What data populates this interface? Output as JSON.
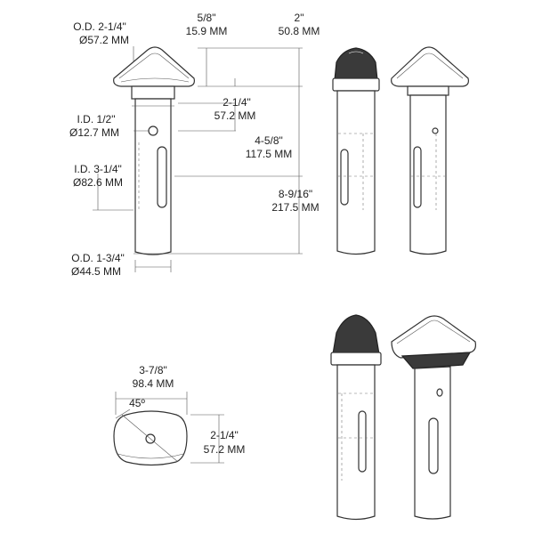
{
  "labels": {
    "od_head_in": "O.D. 2-1/4\"",
    "od_head_mm": "Ø57.2 MM",
    "head_height_in": "5/8\"",
    "head_height_mm": "15.9 MM",
    "top_width_in": "2\"",
    "top_width_mm": "50.8 MM",
    "collar_in": "2-1/4\"",
    "collar_mm": "57.2 MM",
    "id_hole_in": "I.D. 1/2\"",
    "id_hole_mm": "Ø12.7 MM",
    "hole_depth_in": "4-5/8\"",
    "hole_depth_mm": "117.5 MM",
    "id_slot_in": "I.D. 3-1/4\"",
    "id_slot_mm": "Ø82.6 MM",
    "overall_in": "8-9/16\"",
    "overall_mm": "217.5 MM",
    "od_body_in": "O.D. 1-3/4\"",
    "od_body_mm": "Ø44.5 MM",
    "top_view_width_in": "3-7/8\"",
    "top_view_width_mm": "98.4 MM",
    "angle": "45º",
    "top_view_depth_in": "2-1/4\"",
    "top_view_depth_mm": "57.2 MM"
  },
  "colors": {
    "line": "#333333",
    "text": "#222222",
    "background": "#ffffff"
  }
}
